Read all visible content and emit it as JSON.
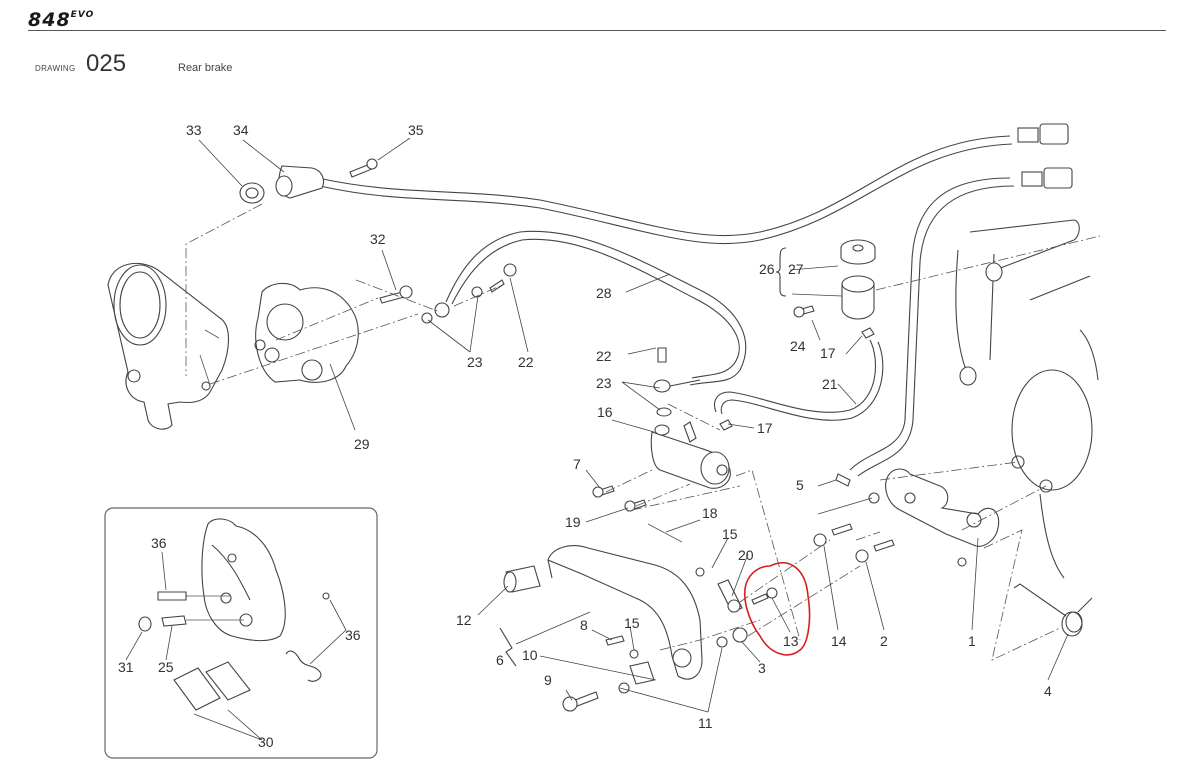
{
  "header": {
    "model_main": "848",
    "model_suffix": "EVO",
    "drawing_label": "DRAWING",
    "drawing_number": "025",
    "drawing_title": "Rear brake"
  },
  "diagram": {
    "callouts": {
      "p1": "1",
      "p2": "2",
      "p3": "3",
      "p4": "4",
      "p5": "5",
      "p6": "6",
      "p7": "7",
      "p8": "8",
      "p9": "9",
      "p10": "10",
      "p11": "11",
      "p12": "12",
      "p13": "13",
      "p14": "14",
      "p15a": "15",
      "p15b": "15",
      "p16": "16",
      "p17a": "17",
      "p17b": "17",
      "p18": "18",
      "p19": "19",
      "p20": "20",
      "p21": "21",
      "p22a": "22",
      "p22b": "22",
      "p23a": "23",
      "p23b": "23",
      "p24": "24",
      "p26": "26",
      "p27": "27",
      "p28": "28",
      "p29": "29",
      "p32": "32",
      "p33": "33",
      "p34": "34",
      "p35": "35"
    },
    "inset_callouts": {
      "p25": "25",
      "p30": "30",
      "p31": "31",
      "p36a": "36",
      "p36b": "36"
    },
    "highlight": {
      "part": "13",
      "color": "#d42020"
    }
  }
}
